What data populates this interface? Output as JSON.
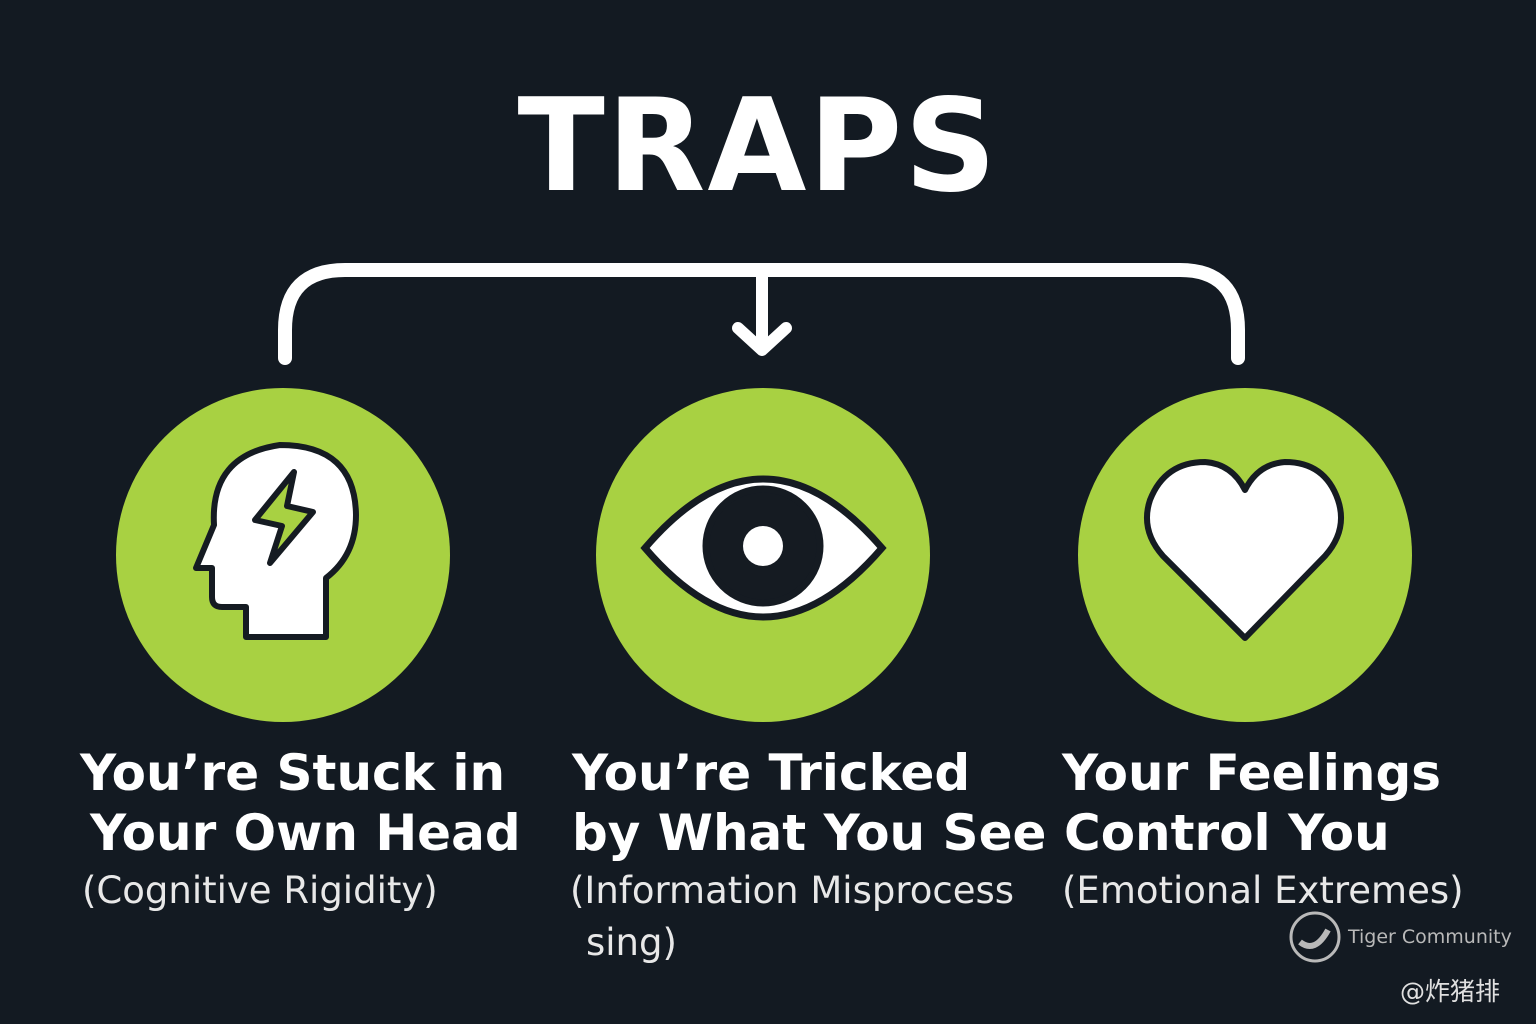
{
  "title": "TRAPS",
  "colors": {
    "background": "#131a22",
    "accent": "#a8d142",
    "icon": "#ffffff",
    "outline": "#151b22"
  },
  "traps": [
    {
      "icon": "head-lightning-icon",
      "line1": "You’re Stuck in",
      "line2": "Your Own Head",
      "subtitle": "(Cognitive Rigidity)"
    },
    {
      "icon": "eye-icon",
      "line1": "You’re Tricked",
      "line2": "by What You See",
      "subtitle": "(Information Misprocess",
      "subtitle2": "sing)"
    },
    {
      "icon": "heart-icon",
      "line1": "Your Feelings",
      "line2": "Control You",
      "subtitle": "(Emotional Extremes)"
    }
  ],
  "watermark": {
    "brand": "Tiger Community",
    "handle": "@炸猪排"
  }
}
